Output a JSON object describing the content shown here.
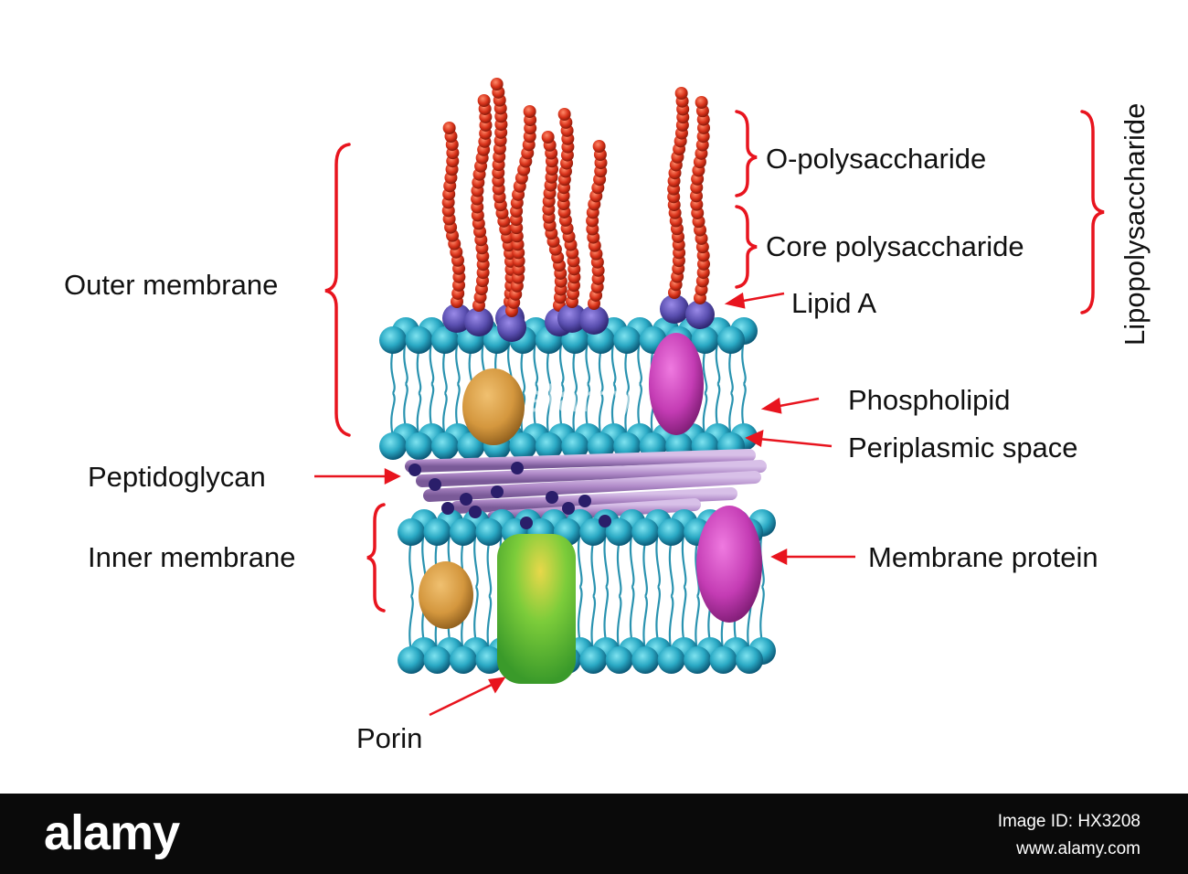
{
  "labels": {
    "o_polysaccharide": "O-polysaccharide",
    "core_polysaccharide": "Core polysaccharide",
    "lipid_a": "Lipid A",
    "lipopolysaccharide": "Lipopolysaccharide",
    "outer_membrane": "Outer membrane",
    "phospholipid": "Phospholipid",
    "periplasmic_space": "Periplasmic space",
    "peptidoglycan": "Peptidoglycan",
    "inner_membrane": "Inner membrane",
    "membrane_protein": "Membrane protein",
    "porin": "Porin"
  },
  "watermark": "alamy",
  "footer": {
    "logo": "alamy",
    "image_id": "Image ID: HX3208",
    "url": "www.alamy.com"
  },
  "colors": {
    "bracket": "#e8141e",
    "arrow": "#e8141e",
    "lipid_head": "#2aa9c4",
    "lps_chain": "#d8321a",
    "lipid_a_head": "#5a4fb0",
    "peptidoglycan": "#b08ac8",
    "porin": "#6cc83a",
    "membrane_protein": "#c43cb4",
    "orange_protein": "#d4973e"
  }
}
